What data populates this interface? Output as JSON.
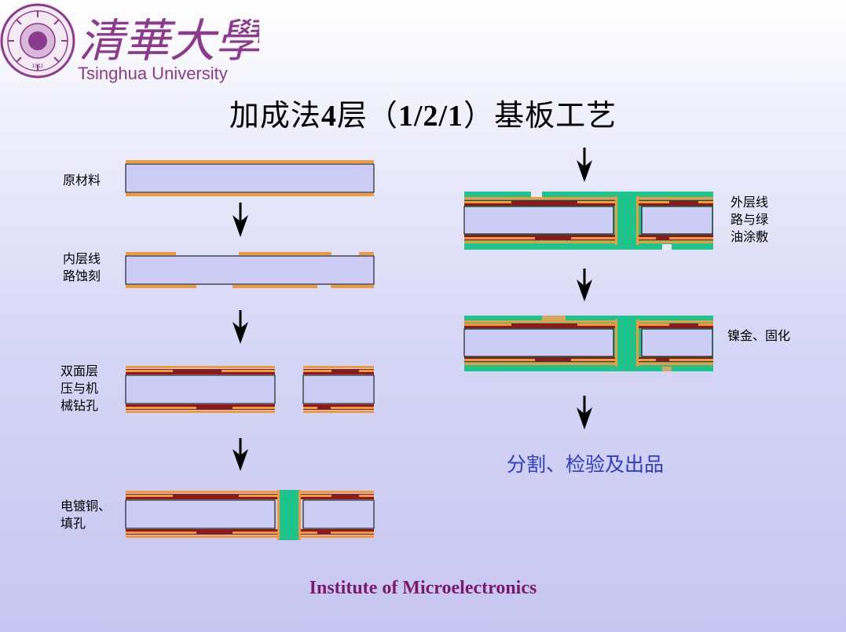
{
  "logo": {
    "chinese_name": "清華大學",
    "english_name": "Tsinghua University",
    "seal_text": "1911"
  },
  "title": {
    "part1": "加成法",
    "num1": "4",
    "part2": "层（",
    "num2": "1/2/1",
    "part3": "）基板工艺"
  },
  "steps_left": [
    {
      "label": "原材料"
    },
    {
      "label": "内层线\n路蚀刻"
    },
    {
      "label": "双面层\n压与机\n械钻孔"
    },
    {
      "label": "电镀铜、\n填孔"
    }
  ],
  "steps_right": [
    {
      "label": "外层线\n路与绿\n油涂敷"
    },
    {
      "label": "镍金、固化"
    }
  ],
  "final_step": "分割、检验及出品",
  "footer": "Institute of Microelectronics",
  "colors": {
    "core": "#cccdf5",
    "copper": "#f09a3c",
    "prepreg_dark": "#8b1a1a",
    "solder_mask": "#1fc38c",
    "nickel_gold": "#d0a860",
    "final_text": "#2f3cc4",
    "footer_text": "#7a1a6e"
  }
}
